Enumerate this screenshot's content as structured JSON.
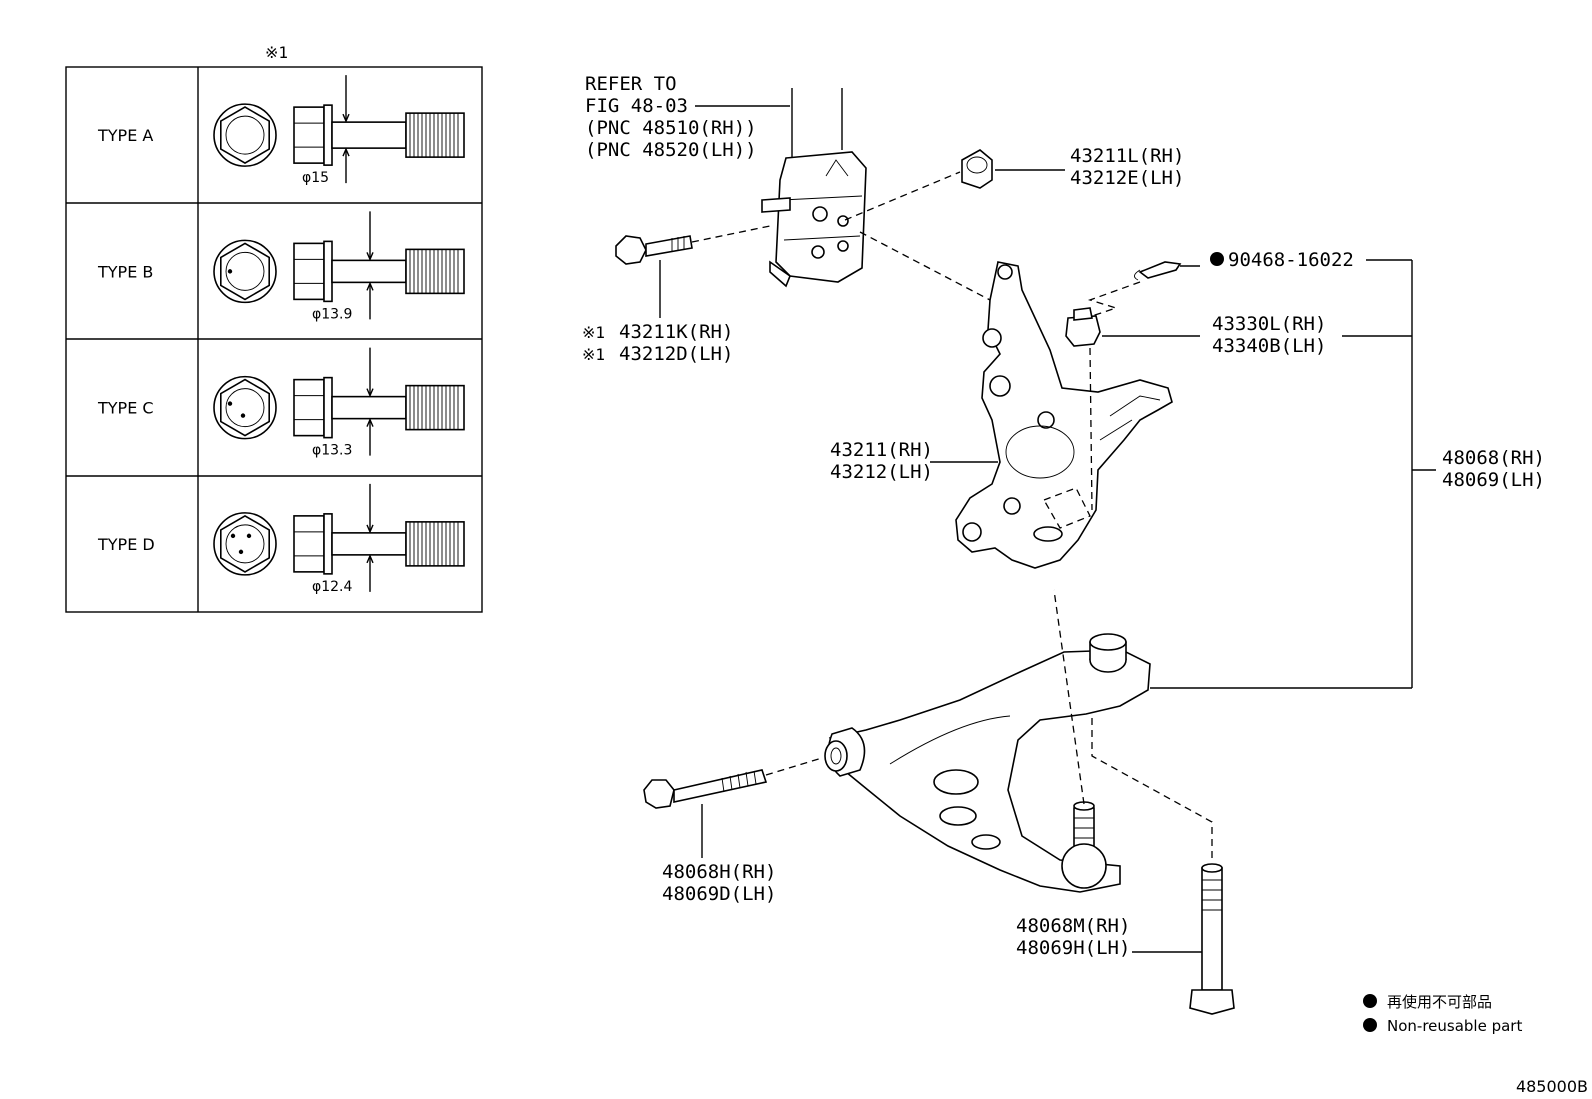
{
  "note_mark": "※1",
  "table": {
    "rows": [
      {
        "type": "TYPE A",
        "diameter": "φ15",
        "dots": 0
      },
      {
        "type": "TYPE B",
        "diameter": "φ13.9",
        "dots": 1
      },
      {
        "type": "TYPE C",
        "diameter": "φ13.3",
        "dots": 2
      },
      {
        "type": "TYPE D",
        "diameter": "φ12.4",
        "dots": 3
      }
    ]
  },
  "refer": {
    "line1": "REFER TO",
    "line2": "FIG 48-03",
    "line3": "(PNC 48510(RH))",
    "line4": "(PNC 48520(LH))"
  },
  "labels": {
    "nut_rh": "43211L(RH)",
    "nut_lh": "43212E(LH)",
    "bolt_rh": "43211K(RH)",
    "bolt_lh": "43212D(LH)",
    "pin": "90468-16022",
    "castle_rh": "43330L(RH)",
    "castle_lh": "43340B(LH)",
    "knuckle_rh": "43211(RH)",
    "knuckle_lh": "43212(LH)",
    "arm_rh": "48068(RH)",
    "arm_lh": "48069(LH)",
    "armbolt_rh": "48068H(RH)",
    "armbolt_lh": "48069D(LH)",
    "rearbolt_rh": "48068M(RH)",
    "rearbolt_lh": "48069H(LH)"
  },
  "legend": {
    "jp": "再使用不可部品",
    "en": "Non-reusable part"
  },
  "figure_code": "485000B"
}
